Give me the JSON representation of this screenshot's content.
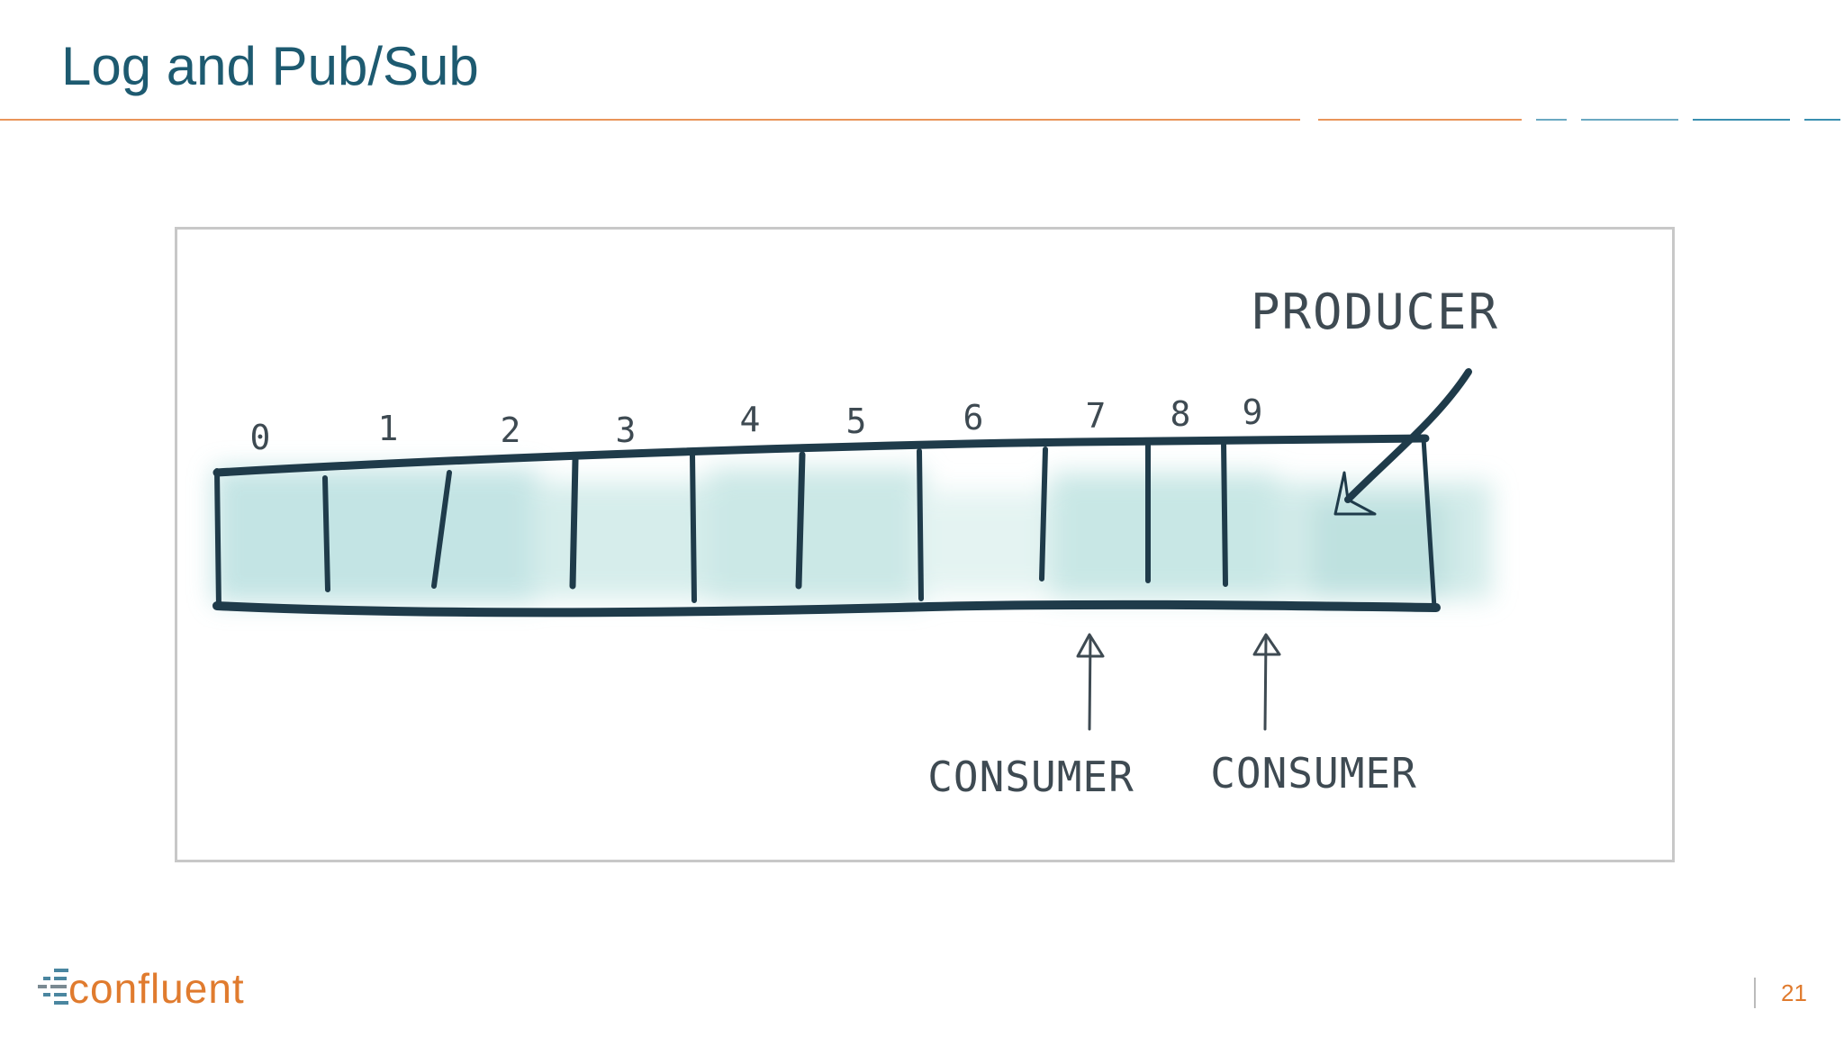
{
  "slide": {
    "title": "Log and Pub/Sub",
    "page_number": "21"
  },
  "diagram": {
    "offsets": [
      "0",
      "1",
      "2",
      "3",
      "4",
      "5",
      "6",
      "7",
      "8",
      "9"
    ],
    "producer_label": "PRODUCER",
    "consumer_labels": [
      "CONSUMER",
      "CONSUMER"
    ]
  },
  "brand": {
    "logo_text": "confluent",
    "accent_color": "#e07b2e",
    "title_color": "#1d5a70",
    "teal_color": "#3a8fb0",
    "ink_color": "#1f3b4a"
  }
}
